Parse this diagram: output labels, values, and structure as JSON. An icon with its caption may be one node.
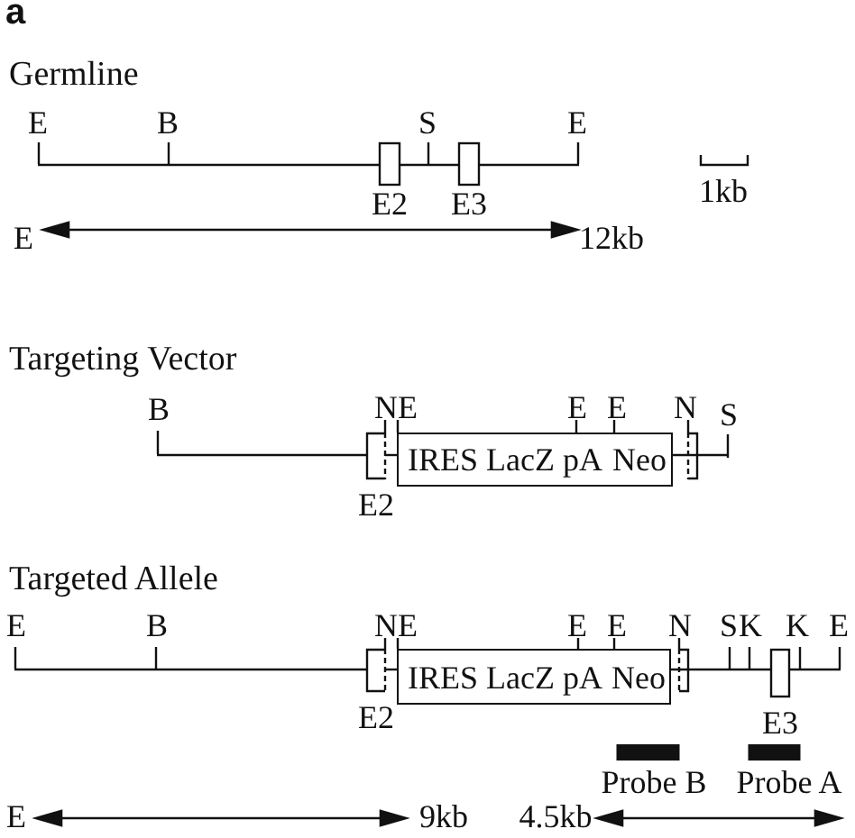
{
  "diagram": {
    "nodes": [
      {
        "text": [],
        "shape": "line",
        "beside": [
          "E",
          "B",
          "S",
          "E"
        ]
      },
      {
        "text": [
          "E2"
        ]
      },
      {
        "text": [
          "E3"
        ]
      },
      {
        "text": [],
        "shape": "line",
        "beside": [
          "B"
        ]
      },
      {
        "text": [
          "E2"
        ]
      },
      {
        "text": [
          "IRES LacZ pA"
        ]
      },
      {
        "text": [
          "Neo"
        ]
      },
      {
        "text": [],
        "shape": "box"
      },
      {
        "text": [],
        "shape": "line",
        "beside": [
          "S"
        ]
      },
      {
        "text": [],
        "shape": "line",
        "beside": [
          "E",
          "B"
        ]
      },
      {
        "text": [
          "E2"
        ]
      },
      {
        "text": [
          "IRES LacZ pA"
        ]
      },
      {
        "text": [
          "Neo"
        ]
      },
      {
        "text": [],
        "shape": "box"
      },
      {
        "text": [],
        "shape": "line",
        "beside": [
          "S",
          "K",
          "K",
          "E"
        ]
      },
      {
        "text": [
          "E3"
        ]
      },
      {
        "text": [
          "Probe B"
        ]
      },
      {
        "text": [
          "Probe A"
        ]
      }
    ],
    "labels": [
      "a",
      "Germline",
      "1kb",
      "E",
      "12kb",
      "Targeting Vector",
      "N",
      "E",
      "E",
      "E",
      "N",
      "Targeted Allele",
      "N",
      "E",
      "E",
      "E",
      "N",
      "E",
      "9kb",
      "4.5kb"
    ]
  }
}
